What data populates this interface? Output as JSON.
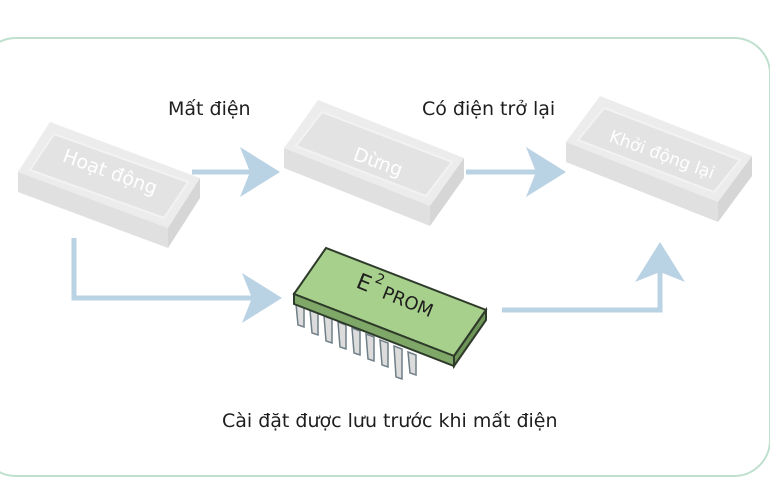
{
  "states": {
    "running": "Hoạt động",
    "stopped": "Dừng",
    "restart": "Khởi động lại"
  },
  "events": {
    "power_loss": "Mất điện",
    "power_return": "Có điện trở lại"
  },
  "chip": {
    "label_main": "E",
    "label_sup": "2",
    "label_rest": "PROM"
  },
  "footer": {
    "note": "Cài đặt được lưu trước khi mất điện"
  },
  "colors": {
    "frame_border": "#bfe0cf",
    "arrow": "#b9d2e4",
    "box_face": "#e9e9e9",
    "chip_green": "#a8d08d",
    "text": "#1e1e1e"
  }
}
